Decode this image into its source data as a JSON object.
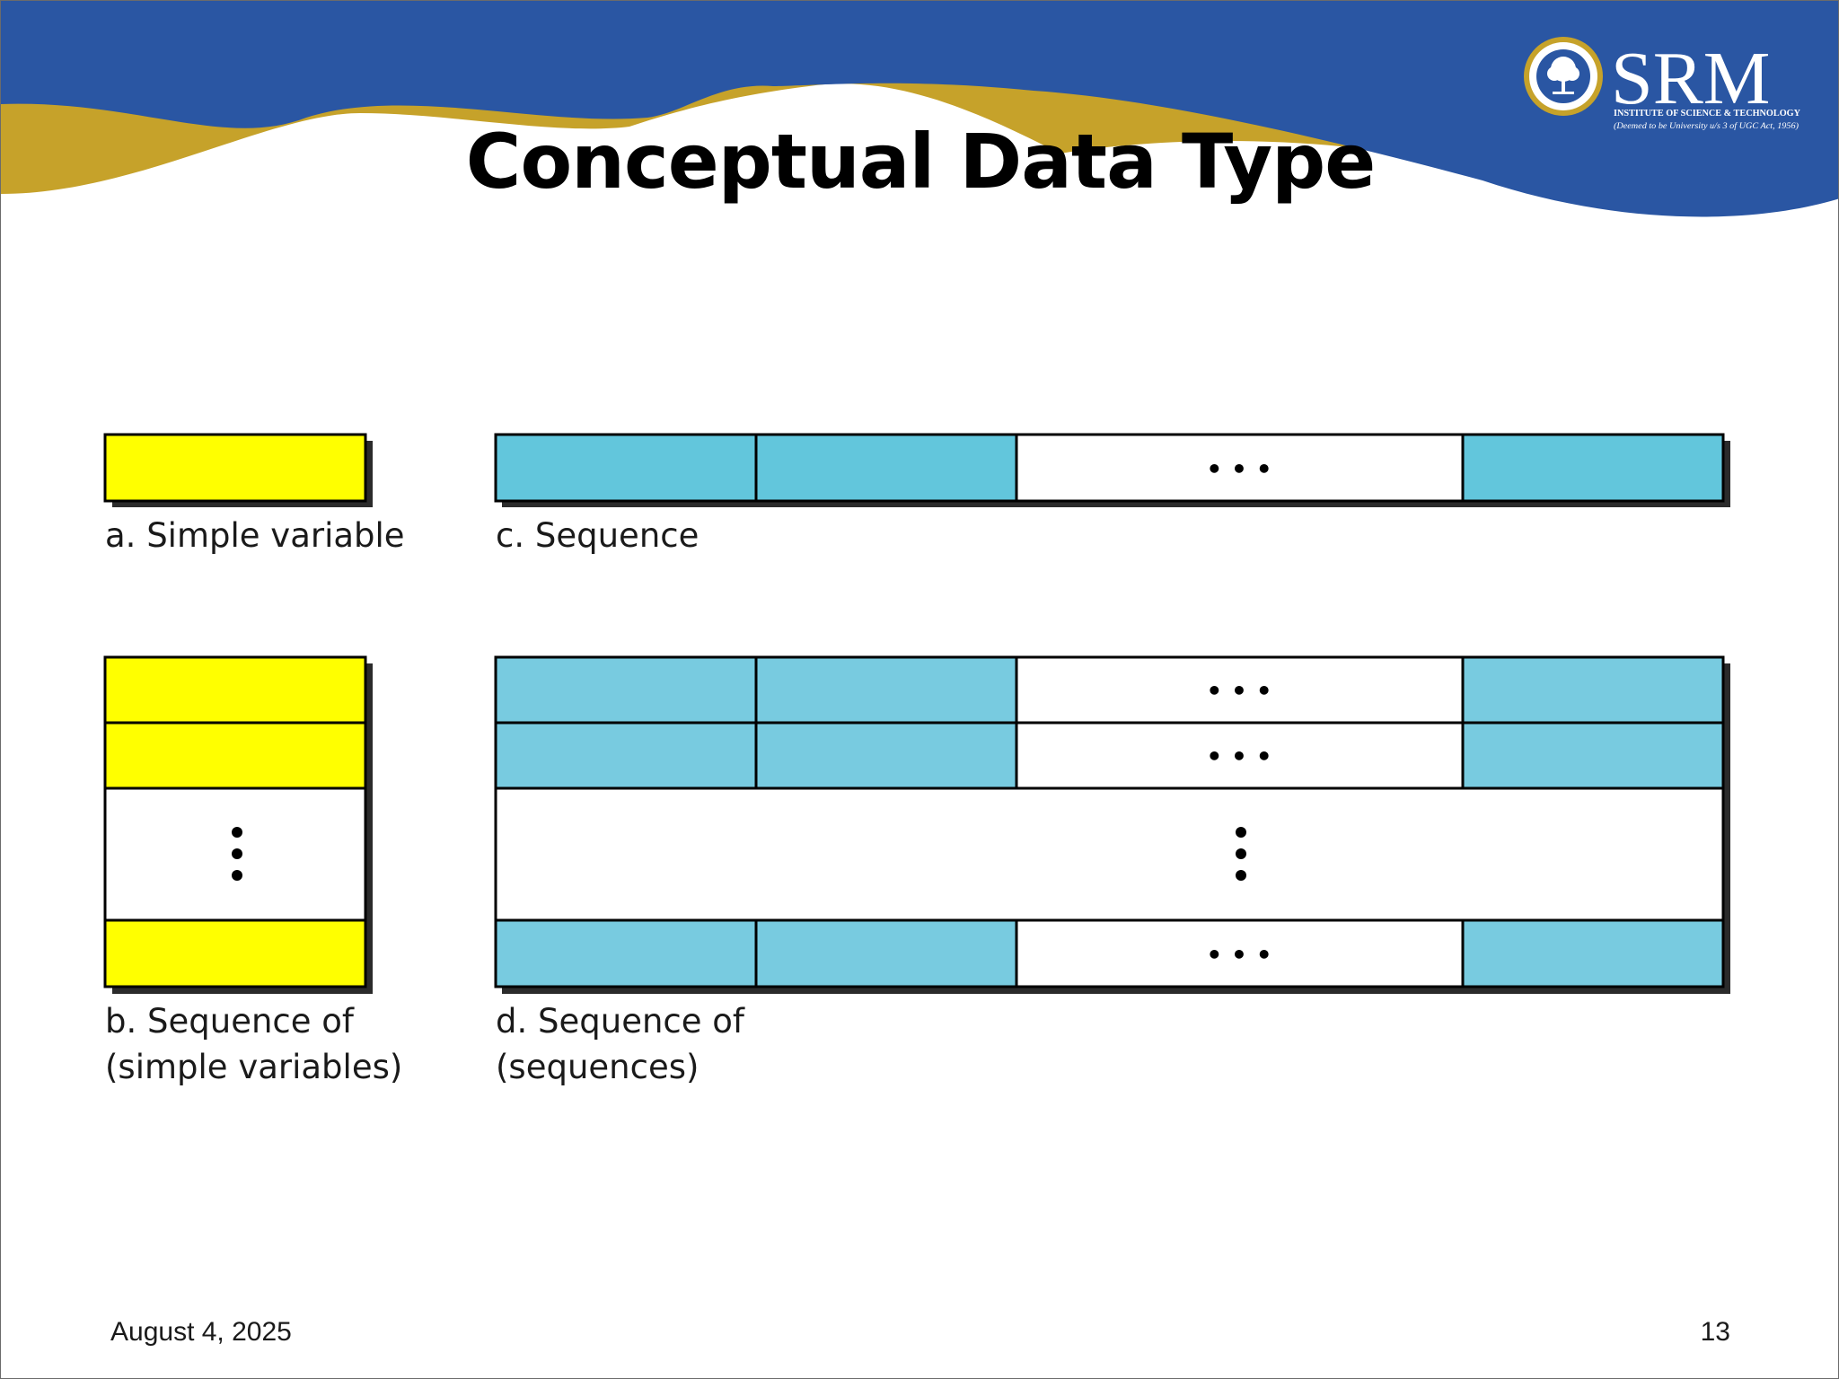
{
  "slide": {
    "title": "Conceptual Data Type",
    "date": "August 4, 2025",
    "page_number": "13"
  },
  "logo": {
    "name": "SRM",
    "line1": "INSTITUTE OF SCIENCE & TECHNOLOGY",
    "line2": "(Deemed to be University u/s 3 of UGC Act, 1956)"
  },
  "diagram": {
    "dots_h": "• • •",
    "panels": {
      "a": {
        "label": "a. Simple variable"
      },
      "b": {
        "label_line1": "b. Sequence of",
        "label_line2": "(simple variables)"
      },
      "c": {
        "label": "c. Sequence"
      },
      "d": {
        "label_line1": "d. Sequence of",
        "label_line2": "(sequences)"
      }
    }
  },
  "colors": {
    "banner_blue": "#2a56a3",
    "banner_gold": "#c6a22a",
    "simple_yellow": "#ffff00",
    "sequence_cyan": "#62c6dc",
    "nested_cyan": "#78cbe0"
  }
}
